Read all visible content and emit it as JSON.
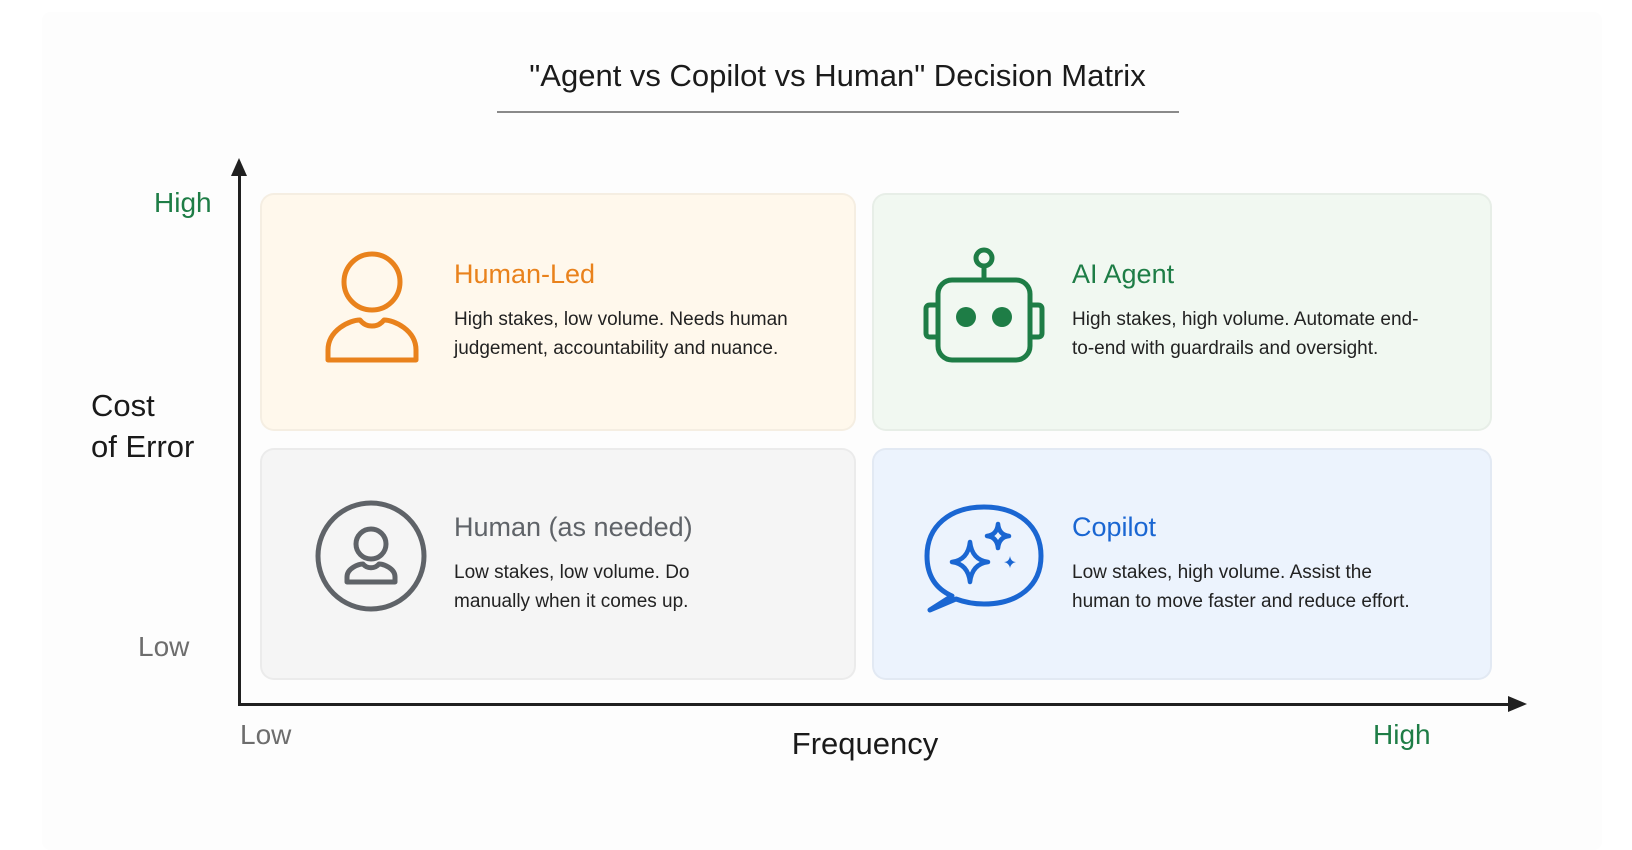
{
  "title": "\"Agent vs Copilot vs Human\" Decision Matrix",
  "y_axis": {
    "label_line1": "Cost",
    "label_line2": "of Error",
    "high": "High",
    "low": "Low"
  },
  "x_axis": {
    "label": "Frequency",
    "low": "Low",
    "high": "High"
  },
  "quadrants": {
    "human_led": {
      "title": "Human-Led",
      "desc_line1": "High stakes, low volume. Needs human",
      "desc_line2": "judgement, accountability and nuance.",
      "color": "#e9821c",
      "icon": "person-icon"
    },
    "ai_agent": {
      "title": "AI Agent",
      "desc_line1": "High stakes, high volume. Automate end-",
      "desc_line2": "to-end with guardrails and oversight.",
      "color": "#1e7d46",
      "icon": "robot-icon"
    },
    "human_as_needed": {
      "title": "Human (as needed)",
      "desc_line1": "Low stakes, low volume. Do",
      "desc_line2": "manually when it comes up.",
      "color": "#5f6368",
      "icon": "user-circle-icon"
    },
    "copilot": {
      "title": "Copilot",
      "desc_line1": "Low stakes, high volume. Assist the",
      "desc_line2": "human to move faster and reduce effort.",
      "color": "#1a66d2",
      "icon": "sparkle-chat-icon"
    }
  }
}
